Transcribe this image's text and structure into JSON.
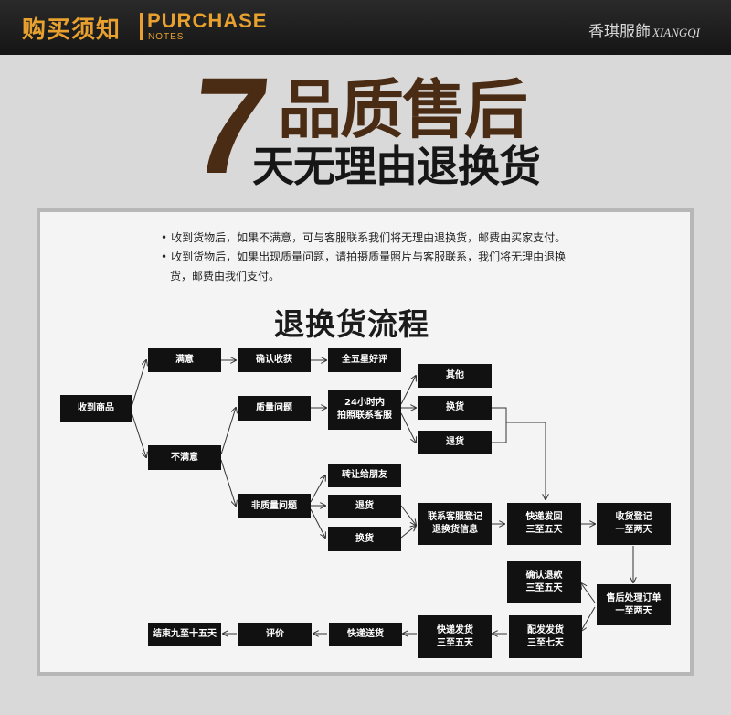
{
  "header": {
    "title_cn": "购买须知",
    "title_en": "PURCHASE",
    "title_en_sub": "NOTES",
    "brand_cn": "香琪服飾",
    "brand_en": "XIANGQI"
  },
  "heading": {
    "number": "7",
    "main": "品质售后",
    "sub": "天无理由退换货"
  },
  "notes": {
    "line1": "收到货物后，如果不满意，可与客服联系我们将无理由退换货，邮费由买家支付。",
    "line2": "收到货物后，如果出现质量问题，请拍摄质量照片与客服联系，我们将无理由退换",
    "line3": "货，邮费由我们支付。",
    "bullet": "•"
  },
  "flow": {
    "title": "退换货流程",
    "nodes": {
      "receive": "收到商品",
      "satisfied": "满意",
      "confirm_receipt": "确认收获",
      "five_star": "全五星好评",
      "unsatisfied": "不满意",
      "quality_issue": "质量问题",
      "contact_24h": "24小时内\n拍照联系客服",
      "other": "其他",
      "exchange_q": "换货",
      "return_q": "退货",
      "non_quality": "非质量问题",
      "transfer": "转让给朋友",
      "return_n": "退货",
      "exchange_n": "换货",
      "register_info": "联系客服登记\n退换货信息",
      "ship_back": "快递发回\n三至五天",
      "receive_register": "收货登记\n一至两天",
      "confirm_refund": "确认退款\n三至五天",
      "process_order": "售后处理订单\n一至两天",
      "dispatch": "配发发货\n三至七天",
      "express_ship": "快递发货\n三至五天",
      "express_deliver": "快递送货",
      "review": "评价",
      "end": "结束九至十五天"
    }
  }
}
